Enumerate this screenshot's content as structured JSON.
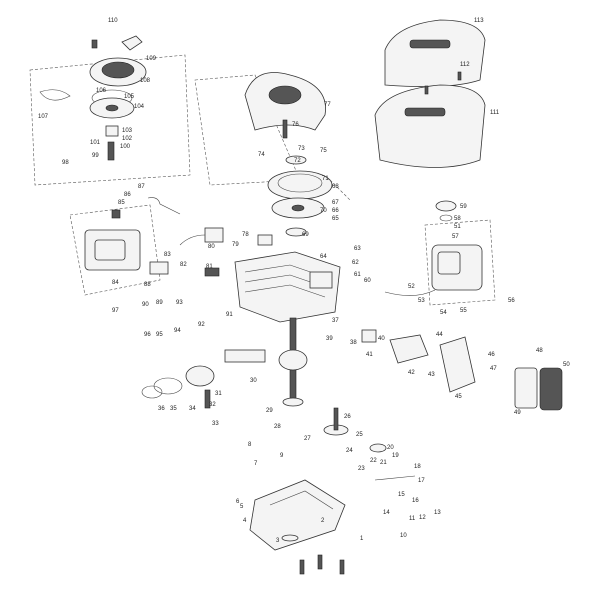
{
  "diagram": {
    "callouts": {
      "c1": "1",
      "c2": "2",
      "c3": "3",
      "c4": "4",
      "c5": "5",
      "c6": "6",
      "c7": "7",
      "c8": "8",
      "c9": "9",
      "c10": "10",
      "c11": "11",
      "c12": "12",
      "c13": "13",
      "c14": "14",
      "c15": "15",
      "c16": "16",
      "c17": "17",
      "c18": "18",
      "c19": "19",
      "c20": "20",
      "c21": "21",
      "c22": "22",
      "c23": "23",
      "c24": "24",
      "c25": "25",
      "c26": "26",
      "c27": "27",
      "c28": "28",
      "c29": "29",
      "c30": "30",
      "c31": "31",
      "c32": "32",
      "c33": "33",
      "c34": "34",
      "c35": "35",
      "c36": "36",
      "c37": "37",
      "c38": "38",
      "c39": "39",
      "c40": "40",
      "c41": "41",
      "c42": "42",
      "c43": "43",
      "c44": "44",
      "c45": "45",
      "c46": "46",
      "c47": "47",
      "c48": "48",
      "c49": "49",
      "c50": "50",
      "c51": "51",
      "c52": "52",
      "c53": "53",
      "c54": "54",
      "c55": "55",
      "c56": "56",
      "c57": "57",
      "c58": "58",
      "c59": "59",
      "c60": "60",
      "c61": "61",
      "c62": "62",
      "c63": "63",
      "c64": "64",
      "c65": "65",
      "c66": "66",
      "c67": "67",
      "c68": "68",
      "c69": "69",
      "c70": "70",
      "c71": "71",
      "c72": "72",
      "c73": "73",
      "c74": "74",
      "c75": "75",
      "c76": "76",
      "c77": "77",
      "c78": "78",
      "c79": "79",
      "c80": "80",
      "c81": "81",
      "c82": "82",
      "c83": "83",
      "c84": "84",
      "c85": "85",
      "c86": "86",
      "c87": "87",
      "c88": "88",
      "c89": "89",
      "c90": "90",
      "c91": "91",
      "c92": "92",
      "c93": "93",
      "c94": "94",
      "c95": "95",
      "c96": "96",
      "c97": "97",
      "c98": "98",
      "c99": "99",
      "c100": "100",
      "c101": "101",
      "c102": "102",
      "c103": "103",
      "c104": "104",
      "c105": "105",
      "c106": "106",
      "c107": "107",
      "c108": "108",
      "c109": "109",
      "c110": "110",
      "c111": "111",
      "c112": "112",
      "c113": "113"
    },
    "colors": {
      "ink": "#222222",
      "fill": "#f4f4f4",
      "shade": "#555555"
    }
  }
}
